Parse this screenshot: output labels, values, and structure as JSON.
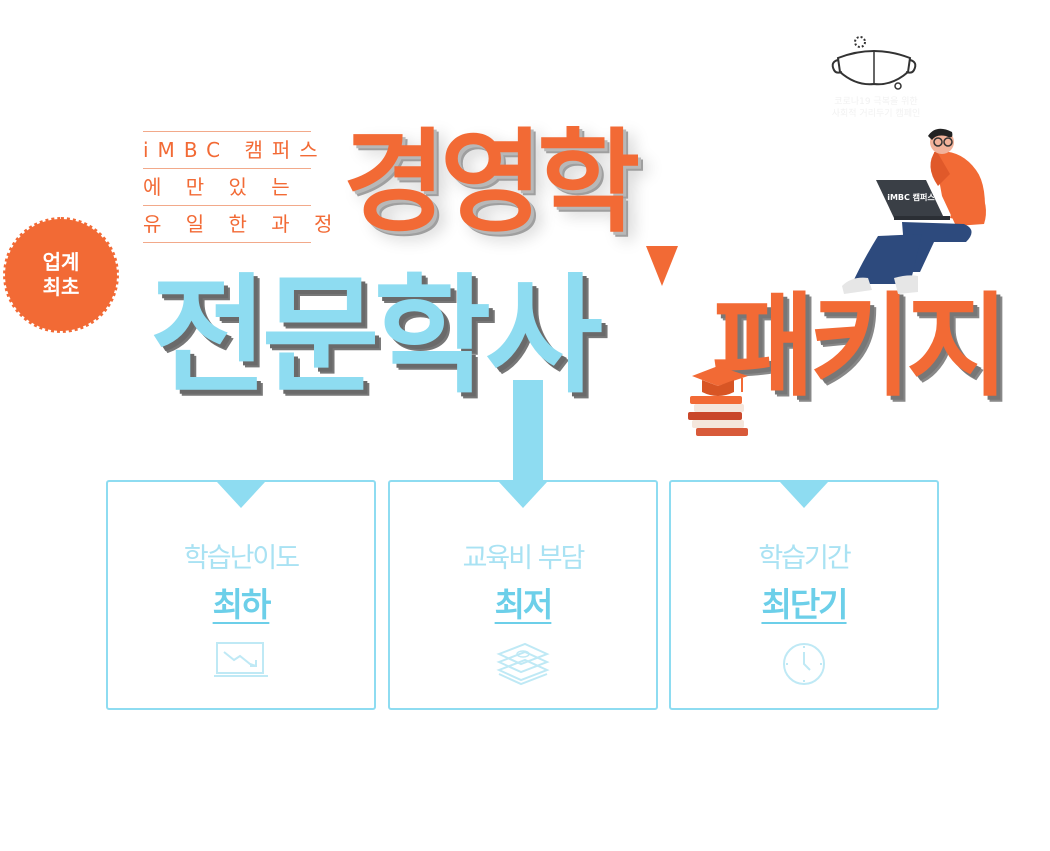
{
  "intro": {
    "lines": [
      "iMBC 캠퍼스",
      "에 만 있 는",
      "유 일 한 과 정"
    ]
  },
  "badge": {
    "line1": "업계",
    "line2": "최초"
  },
  "title": {
    "line1": "경영학",
    "line2": "전문학사",
    "line3": "패키지"
  },
  "laptop_brand": "iMBC 캠퍼스",
  "mask_notice": {
    "line1": "코로나19 극복을 위한",
    "line2": "사회적 거리두기 캠페인"
  },
  "cards": [
    {
      "label": "학습난이도",
      "value": "최하",
      "icon": "chart-down-icon"
    },
    {
      "label": "교육비 부담",
      "value": "최저",
      "icon": "money-stack-icon"
    },
    {
      "label": "학습기간",
      "value": "최단기",
      "icon": "clock-icon"
    }
  ],
  "colors": {
    "orange": "#f26a35",
    "sky": "#8edcf1",
    "sky_text": "#6ccfe9",
    "sky_light": "#a9e2f3"
  }
}
